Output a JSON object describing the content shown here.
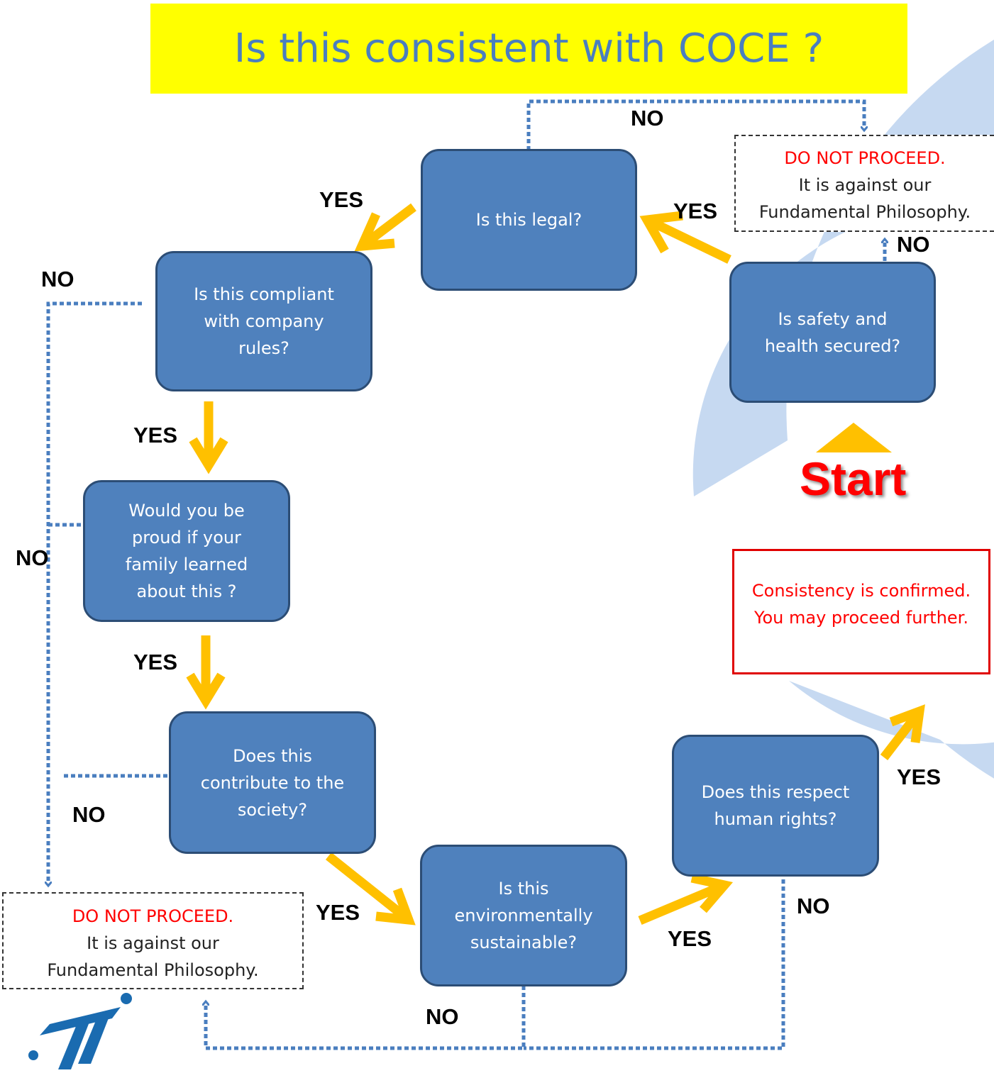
{
  "title": "Is this consistent with COCE ?",
  "start_label": "Start",
  "questions": [
    "Is safety and\nhealth secured?",
    "Is this legal?",
    "Is this compliant\nwith company\nrules?",
    "Would you be\nproud if your\nfamily learned\nabout this ?",
    "Does this\ncontribute to the\nsociety?",
    "Is this\nenvironmentally\nsustainable?",
    "Does this respect\nhuman rights?"
  ],
  "yes_label": "YES",
  "no_label": "NO",
  "do_not_proceed": {
    "heading": "DO NOT PROCEED.",
    "top_body": "It is against our\nFundamental Philosophy.",
    "bottom_body": "It is against our\nFundamental Philosophy."
  },
  "confirmation": "Consistency is confirmed.\nYou may proceed further.",
  "colors": {
    "title_bg": "#ffff00",
    "title_text": "#4a7ebf",
    "ring": "#c6d9f1",
    "box_fill": "#4f81bd",
    "box_border": "#2c4d75",
    "yes_arrow": "#ffc000",
    "no_connector": "#4a7ebf",
    "warning_text": "#ff0000"
  },
  "logo_icon": "company-logo"
}
